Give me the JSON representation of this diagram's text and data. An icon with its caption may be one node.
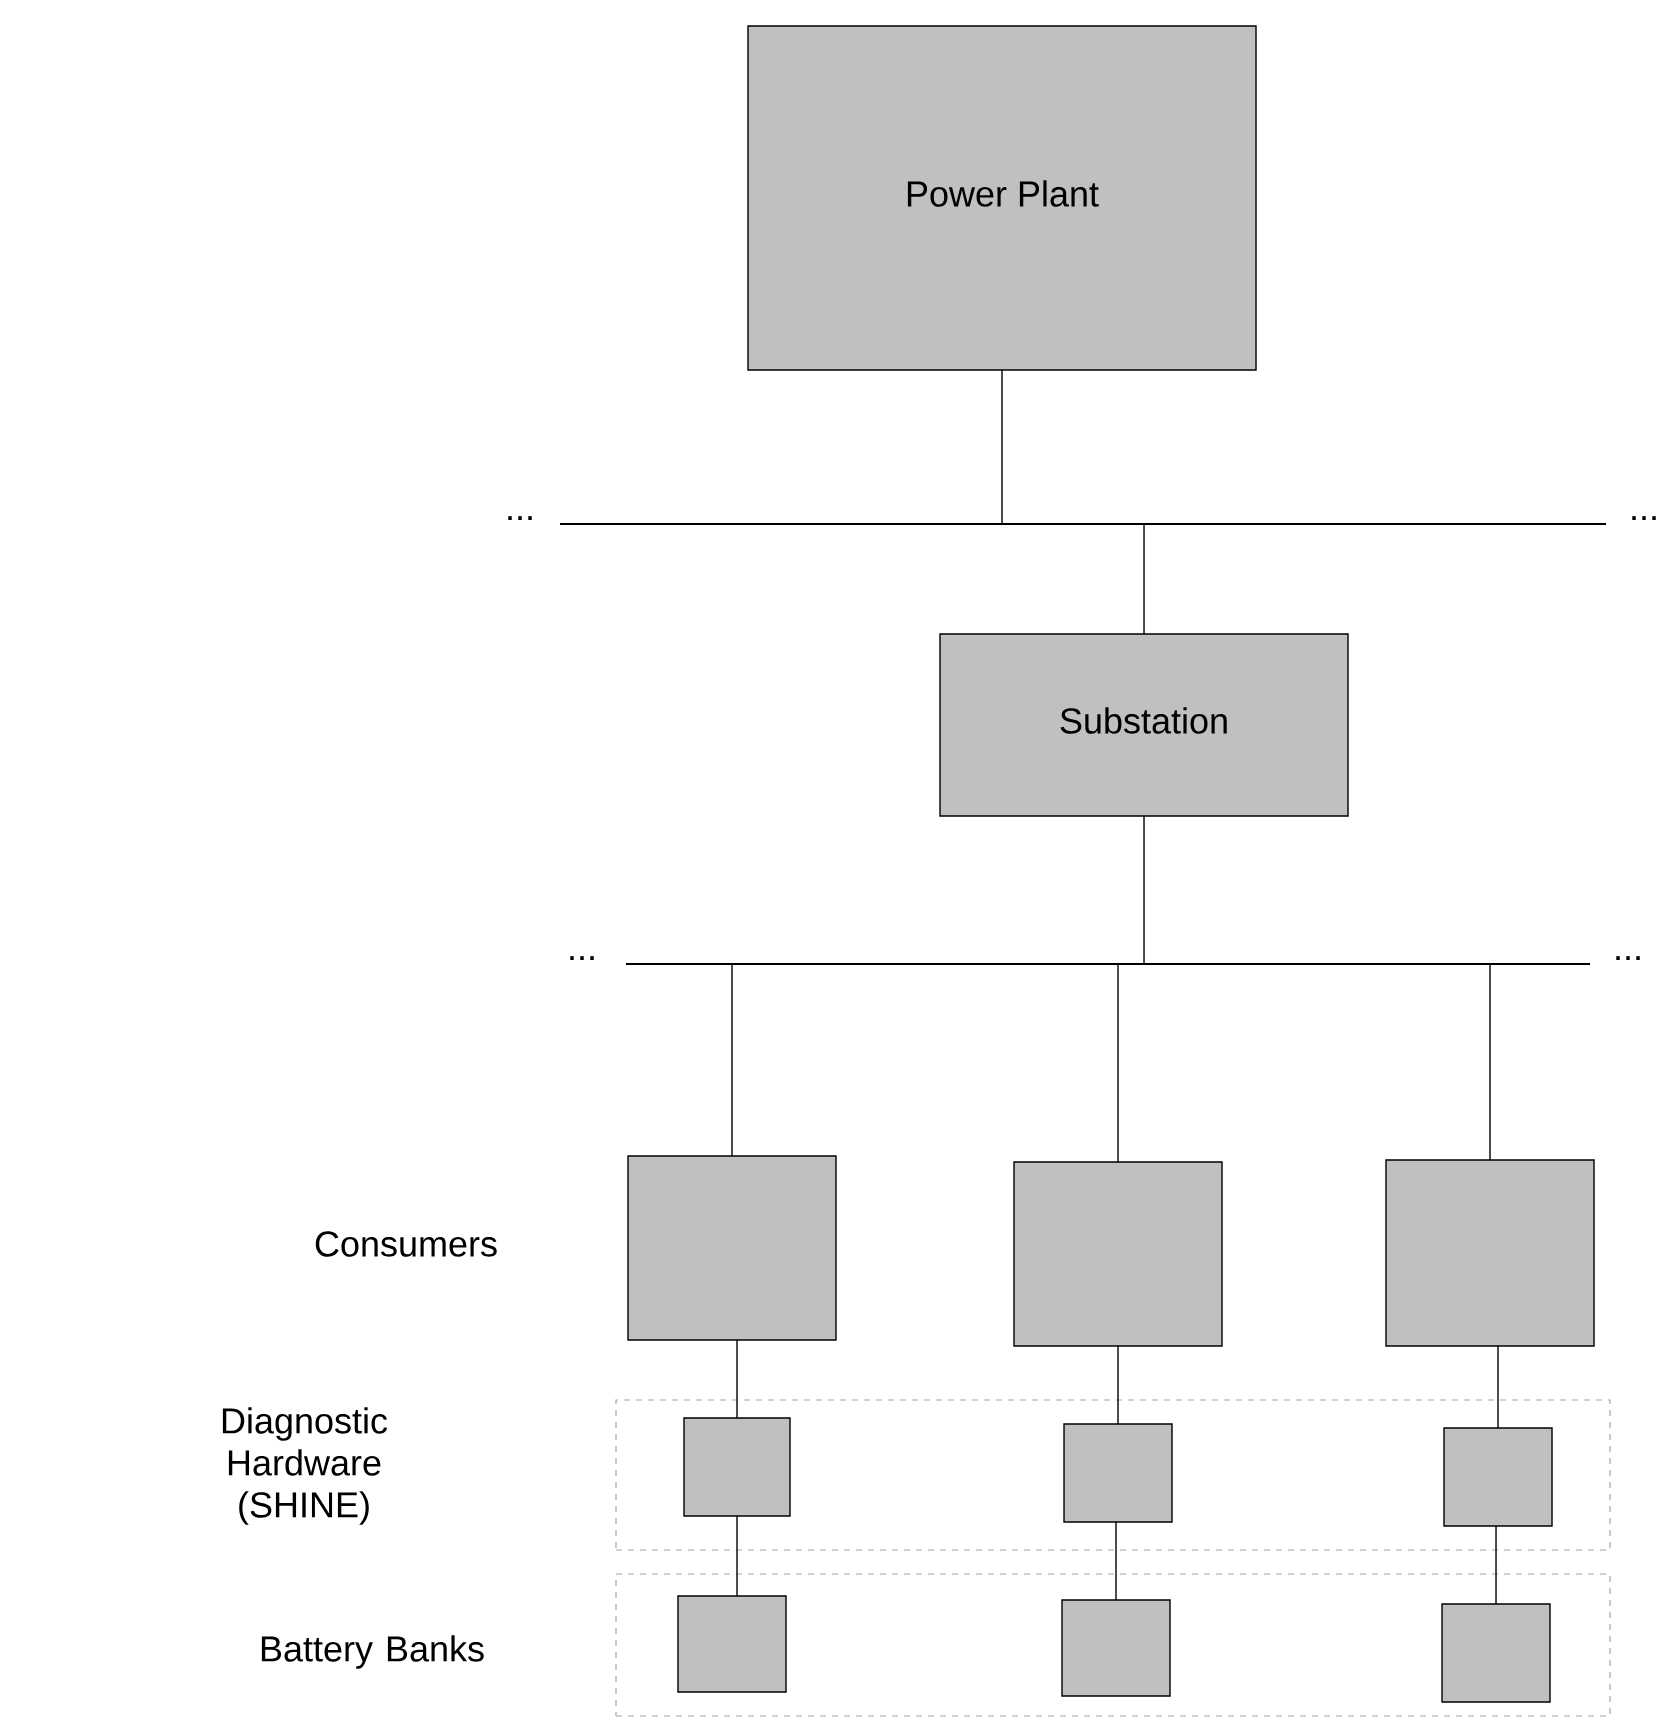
{
  "diagram": {
    "nodes": [
      {
        "text": [
          "Power Plant"
        ]
      },
      {
        "text": [],
        "shape": "bar",
        "beside": [
          "...",
          "..."
        ]
      },
      {
        "text": [
          "Substation"
        ]
      },
      {
        "text": [],
        "shape": "bar",
        "beside": [
          "...",
          "..."
        ]
      },
      {
        "text": [],
        "shape": "box"
      },
      {
        "text": [],
        "shape": "box"
      },
      {
        "text": [],
        "shape": "box"
      },
      {
        "text": [],
        "shape": "box"
      },
      {
        "text": [],
        "shape": "box",
        "in": 7
      },
      {
        "text": [],
        "shape": "box",
        "in": 7
      },
      {
        "text": [],
        "shape": "box",
        "in": 7
      },
      {
        "text": [],
        "shape": "box"
      },
      {
        "text": [],
        "shape": "box",
        "in": 11
      },
      {
        "text": [],
        "shape": "box",
        "in": 11
      },
      {
        "text": [],
        "shape": "box",
        "in": 11
      }
    ],
    "edges": [
      {
        "from": 0,
        "to": 1,
        "arrow": "none"
      },
      {
        "from": 1,
        "to": 2,
        "arrow": "none"
      },
      {
        "from": 2,
        "to": 3,
        "arrow": "none"
      },
      {
        "from": 3,
        "to": 4,
        "arrow": "none"
      },
      {
        "from": 3,
        "to": 5,
        "arrow": "none"
      },
      {
        "from": 3,
        "to": 6,
        "arrow": "none"
      },
      {
        "from": 4,
        "to": 8,
        "arrow": "none"
      },
      {
        "from": 5,
        "to": 9,
        "arrow": "none"
      },
      {
        "from": 6,
        "to": 10,
        "arrow": "none"
      },
      {
        "from": 8,
        "to": 12,
        "arrow": "none"
      },
      {
        "from": 9,
        "to": 13,
        "arrow": "none"
      },
      {
        "from": 10,
        "to": 14,
        "arrow": "none"
      }
    ],
    "labels": [
      "Consumers",
      "Diagnostic Hardware (SHINE)",
      "Battery Banks"
    ]
  }
}
